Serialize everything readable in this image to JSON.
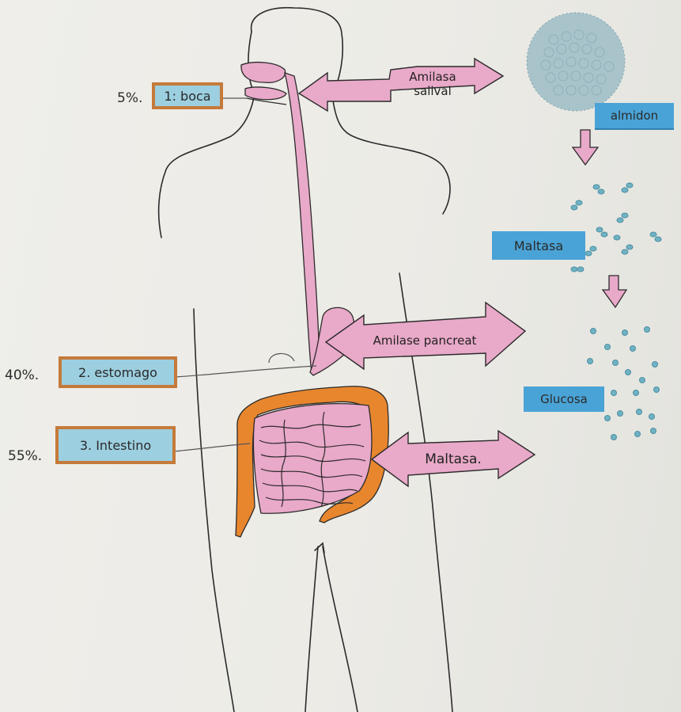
{
  "organs": [
    {
      "percent": "5%.",
      "label": "1: boca"
    },
    {
      "percent": "40%.",
      "label": "2. estomago"
    },
    {
      "percent": "55%.",
      "label": "3. Intestino"
    }
  ],
  "enzymes": {
    "salival": "Amilasa salival",
    "pancreatic": "Amilase pancreat",
    "maltasa_arrow": "Maltasa."
  },
  "molecules": {
    "almidon": "almidon",
    "maltasa": "Maltasa",
    "glucosa": "Glucosa"
  },
  "colors": {
    "pink": "#e9a9c9",
    "orange": "#e8862e",
    "blue_light": "#9ccfe0",
    "blue_dark": "#4aa3d6",
    "molecule": "#6fb2c4"
  }
}
